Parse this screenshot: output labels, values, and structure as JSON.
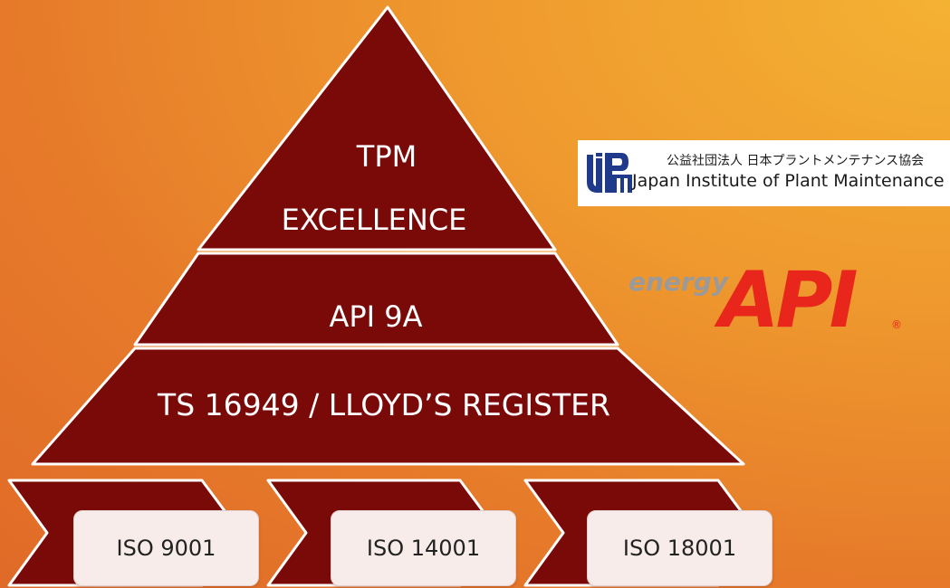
{
  "pyramid": {
    "tiers": [
      {
        "lines": [
          "TPM",
          "EXCELLENCE"
        ]
      },
      {
        "lines": [
          "API 9A"
        ]
      },
      {
        "lines": [
          "TS 16949 / LLOYD’S REGISTER"
        ]
      }
    ]
  },
  "foundation": {
    "items": [
      {
        "label": "ISO 9001"
      },
      {
        "label": "ISO 14001"
      },
      {
        "label": "ISO 18001"
      }
    ]
  },
  "logos": {
    "jipm": {
      "japanese_name": "公益社団法人 日本プラントメンテナンス協会",
      "english_name": "Japan Institute of Plant Maintenance"
    },
    "api": {
      "tagline": "energy",
      "mark": "API",
      "registered": "®"
    }
  },
  "colors": {
    "pyramid_fill": "#7a0a08",
    "chevron_fill": "#7a0a08",
    "api_red": "#e8261c",
    "api_gray": "#9a9a9a"
  }
}
